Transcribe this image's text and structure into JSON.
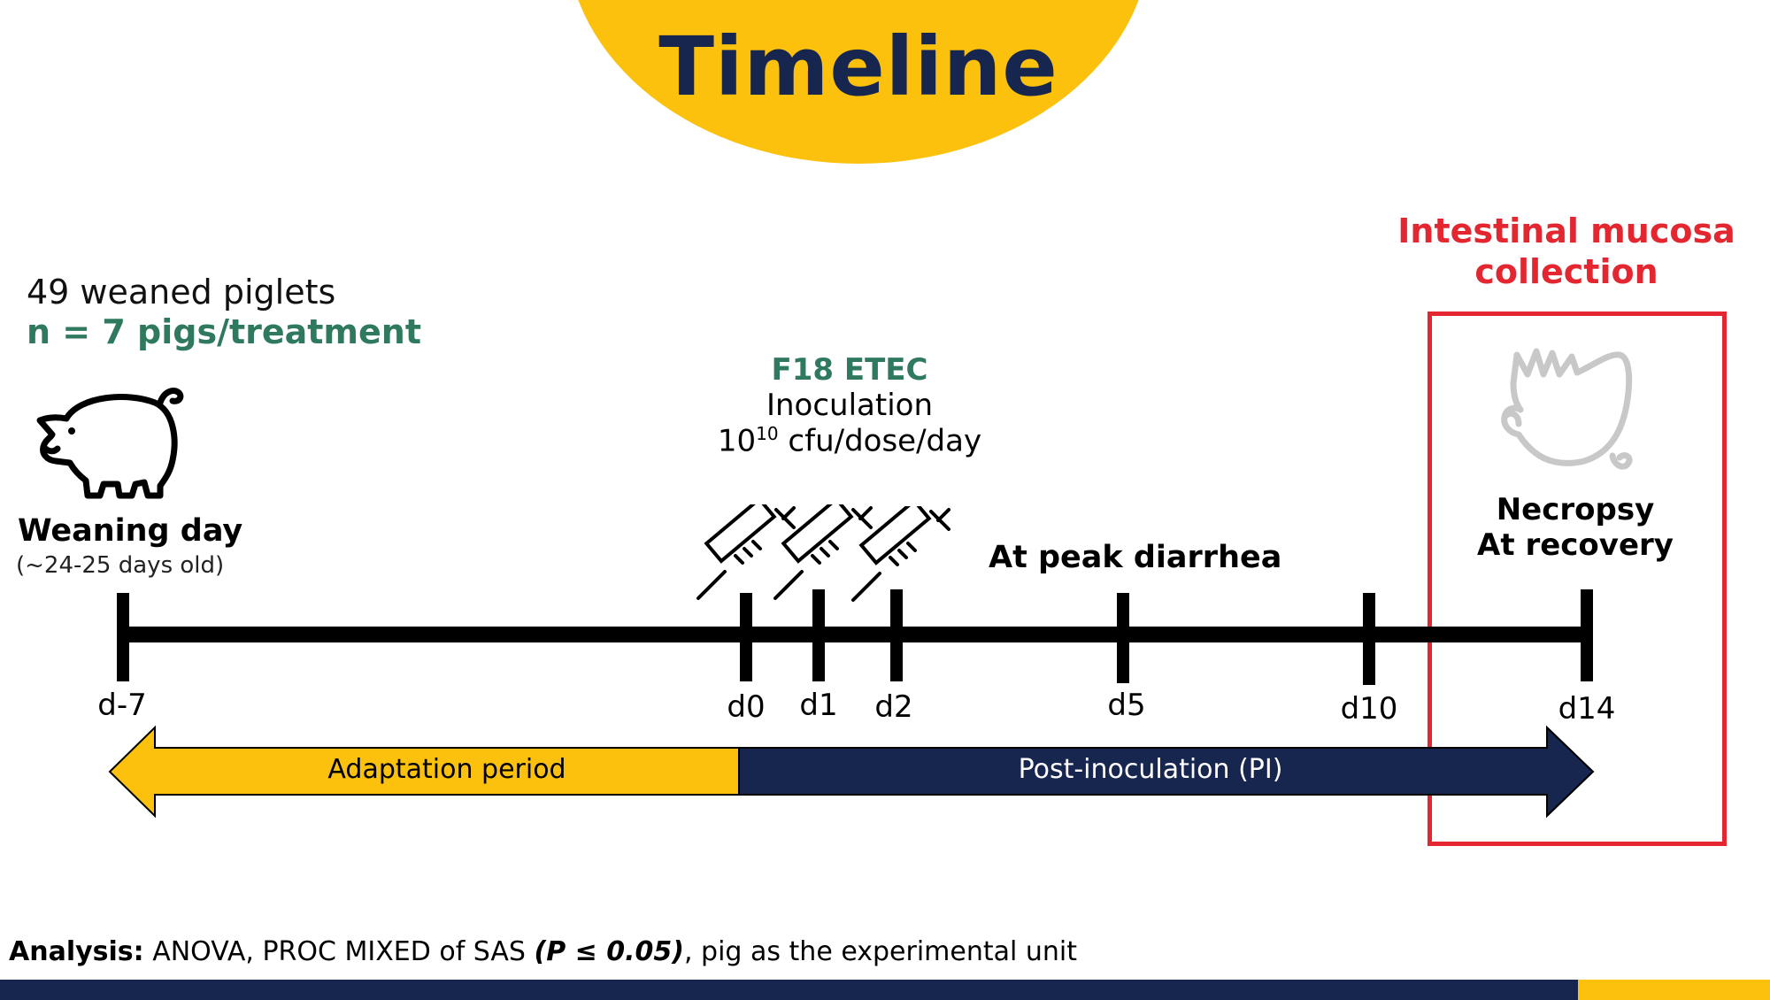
{
  "title": "Timeline",
  "left_info": {
    "line1": "49 weaned piglets",
    "line2": "n = 7 pigs/treatment",
    "weaning_label": "Weaning day",
    "weaning_sub": "(~24-25 days old)"
  },
  "inoculation": {
    "strain": "F18 ETEC",
    "label": "Inoculation",
    "dose_base": "10",
    "dose_exp": "10",
    "dose_unit": " cfu/dose/day"
  },
  "peak_label": "At peak diarrhea",
  "collection": {
    "title_line1": "Intestinal mucosa",
    "title_line2": "collection",
    "necropsy": "Necropsy",
    "recovery": "At recovery"
  },
  "ticks": [
    "d-7",
    "d0",
    "d1",
    "d2",
    "d5",
    "d10",
    "d14"
  ],
  "periods": {
    "adaptation": "Adaptation period",
    "post": "Post-inoculation (PI)"
  },
  "analysis": {
    "label": "Analysis:",
    "text1": " ANOVA, PROC MIXED of SAS ",
    "stat": "(P ≤ 0.05)",
    "text2": ", pig as the experimental unit"
  },
  "colors": {
    "gold": "#FCC10C",
    "navy": "#16264F",
    "green": "#2F7A5E",
    "red": "#E3262F",
    "gray_icon": "#C8C8C8"
  },
  "icons": [
    "pig-icon",
    "syringe-icon",
    "syringe-icon",
    "syringe-icon",
    "pig-outline-icon"
  ]
}
